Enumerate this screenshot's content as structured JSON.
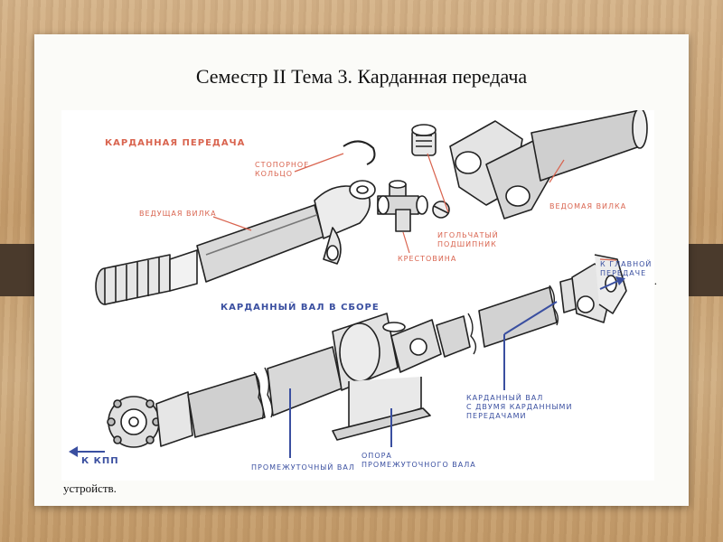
{
  "slide": {
    "title": "Семестр II Тема 3. Карданная передача",
    "footer_text": "устройств.",
    "right_fragment": "а."
  },
  "figure": {
    "heading_top": "КАРДАННАЯ ПЕРЕДАЧА",
    "heading_assembly": "КАРДАННЫЙ ВАЛ В СБОРЕ",
    "labels": {
      "retaining_ring": "СТОПОРНОЕ\nКОЛЬЦО",
      "drive_yoke": "ВЕДУЩАЯ ВИЛКА",
      "needle_bearing": "ИГОЛЬЧАТЫЙ\nПОДШИПНИК",
      "cross": "КРЕСТОВИНА",
      "driven_yoke": "ВЕДОМАЯ ВИЛКА",
      "to_main_gear": "К ГЛАВНОЙ\nПЕРЕДАЧЕ",
      "shaft_two_joints": "КАРДАННЫЙ ВАЛ\nС ДВУМЯ КАРДАННЫМИ\nПЕРЕДАЧАМИ",
      "intermediate_shaft": "ПРОМЕЖУТОЧНЫЙ ВАЛ",
      "support": "ОПОРА\nПРОМЕЖУТОЧНОГО ВАЛА",
      "to_gearbox": "К КПП"
    },
    "colors": {
      "red": "#d9644f",
      "blue": "#3a4fa0",
      "ink": "#222222"
    }
  }
}
